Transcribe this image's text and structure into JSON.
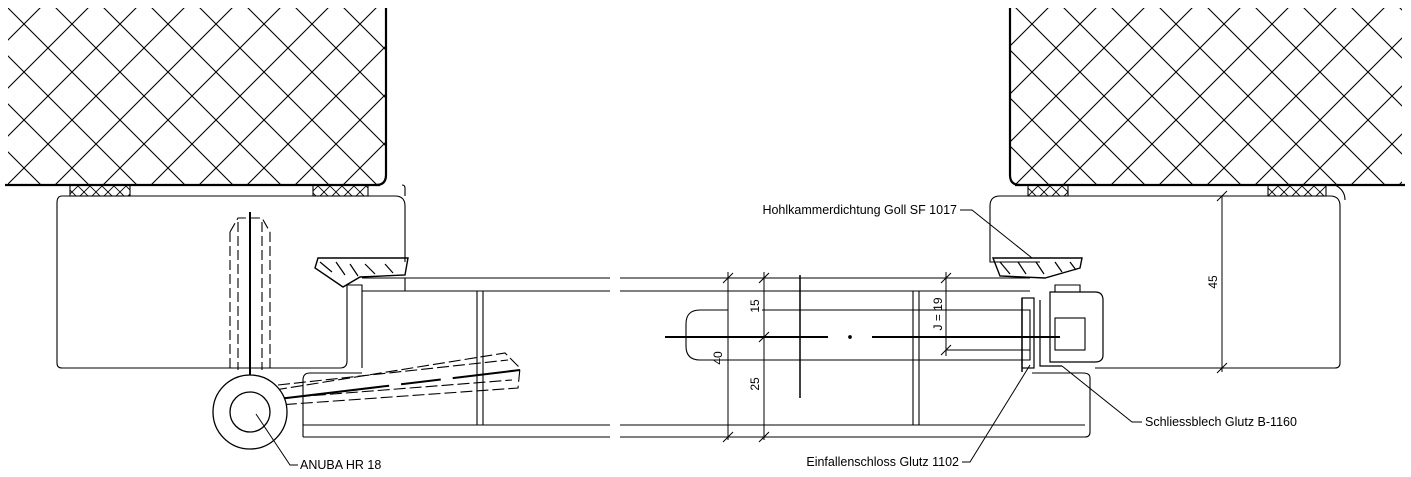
{
  "labels": {
    "seal": "Hohlkammerdichtung Goll SF 1017",
    "strike_plate": "Schliessblech Glutz B-1160",
    "lock": "Einfallenschloss  Glutz 1102",
    "hinge": "ANUBA HR 18"
  },
  "dimensions": {
    "d40": "40",
    "d15": "15",
    "d25": "25",
    "d_backset": "J = 19",
    "d45": "45"
  },
  "colors": {
    "line": "#000000",
    "background": "#ffffff"
  }
}
